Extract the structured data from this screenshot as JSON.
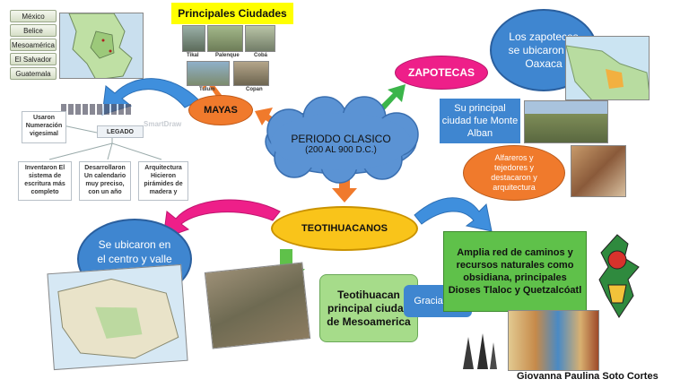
{
  "countries": [
    "México",
    "Belice",
    "Mesoamérica",
    "El Salvador",
    "Guatemala"
  ],
  "principales_ciudades": {
    "title": "Principales Ciudades",
    "captions": [
      "Tikal",
      "Palenque",
      "Cobá",
      "Tulum",
      "Copan"
    ]
  },
  "center": {
    "line1": "PERIODO CLASICO",
    "line2": "(200 AL 900 D.C.)"
  },
  "mayas": {
    "label": "MAYAS",
    "legado": "LEGADO",
    "usaron": "Usaron Numeración vigesimal",
    "inventaron": "Inventaron El sistema de escritura más completo",
    "desarrollaron": "Desarrollaron Un calendario muy preciso, con un año",
    "arquitectura": "Arquitectura Hicieron pirámides de madera y",
    "watermark": "SmartDraw"
  },
  "zapotecas": {
    "label": "ZAPOTECAS",
    "ubicacion": "Los zapotecos se ubicaron en Oaxaca",
    "ciudad": "Su principal ciudad fue Monte Alban",
    "oficios": "Alfareros y tejedores y destacaron y arquitectura"
  },
  "teotihuacanos": {
    "label": "TEOTIHUACANOS",
    "ubicacion": "Se ubicaron en el centro y valle de México",
    "ciudad": "Teotihuacan principal ciudad de Mesoamerica",
    "gracias": "Gracias a :",
    "caminos": "Amplia red de caminos y recursos naturales como obsidiana, principales Dioses Tlaloc y Quetzalcóatl"
  },
  "author": "Giovanna Paulina Soto Cortes",
  "colors": {
    "cloud": "#5b93d4",
    "orange": "#f07a2c",
    "yellow": "#f9c41a",
    "magenta": "#ee1f89",
    "blue_bubble": "#3f86d0",
    "green": "#5fc14a",
    "title_yellow": "#ffff00"
  }
}
